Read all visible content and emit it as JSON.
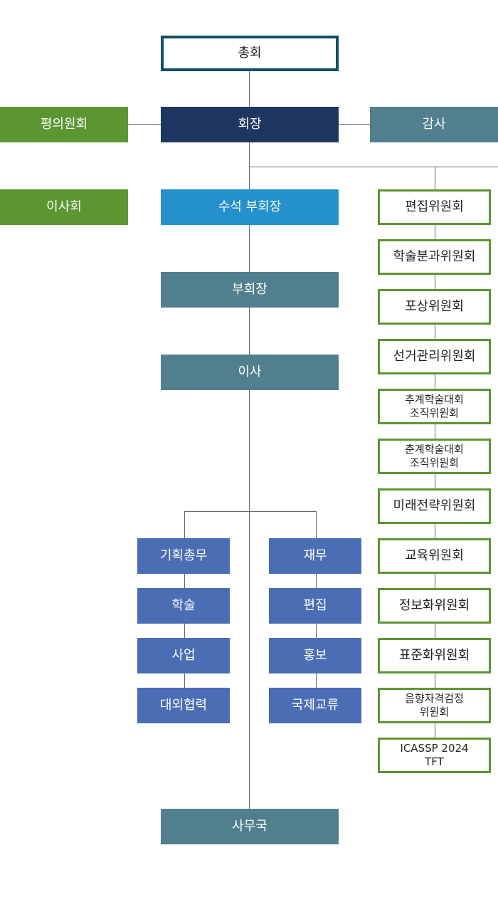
{
  "top": {
    "general_assembly": "총회"
  },
  "main": {
    "president": "회장",
    "advisory_council": "평의원회",
    "auditor": "감사",
    "board": "이사회",
    "senior_vice_president": "수석 부회장",
    "vice_president": "부회장",
    "director": "이사",
    "secretariat": "사무국"
  },
  "divisions": {
    "left": [
      "기획총무",
      "학술",
      "사업",
      "대외협력"
    ],
    "right": [
      "재무",
      "편집",
      "홍보",
      "국제교류"
    ]
  },
  "committees": [
    "편집위원회",
    "학술분과위원회",
    "포상위원회",
    "선거관리위원회",
    "추계학술대회\n조직위원회",
    "춘계학술대회\n조직위원회",
    "미래전략위원회",
    "교육위원회",
    "정보화위원회",
    "표준화위원회",
    "음향자격검정\n위원회",
    "ICASSP 2024\nTFT"
  ],
  "colors": {
    "president": "#1f3663",
    "officers": "#527f8d",
    "senior_vice_president": "#2490cc",
    "councils": "#5c9632",
    "divisions": "#4a6db4",
    "general_assembly_border": "#0d5068",
    "committee_border": "#5c9632"
  }
}
